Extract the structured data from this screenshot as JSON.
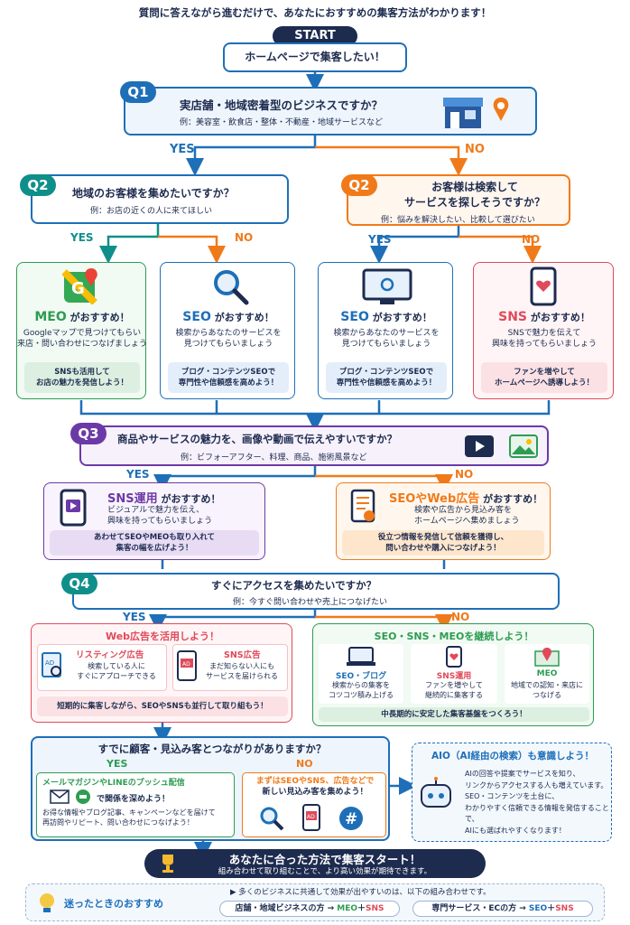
{
  "header": {
    "subtitle": "質問に答えながら進むだけで、あなたにおすすめの集客方法がわかります！",
    "start": "START",
    "question": "ホームページで集客したい！"
  },
  "q1": {
    "badge": "Q1",
    "title": "実店舗・地域密着型のビジネスですか？",
    "example": "例：美容室・飲食店・整体・不動産・地域サービスなど",
    "yes": "YES",
    "no": "NO"
  },
  "q2a": {
    "badge": "Q2",
    "title": "地域のお客様を集めたいですか？",
    "example": "例：お店の近くの人に来てほしい",
    "yes": "YES",
    "no": "NO"
  },
  "q2b": {
    "badge": "Q2",
    "title1": "お客様は検索して",
    "title2": "サービスを探しそうですか？",
    "example": "例：悩みを解決したい、比較して選びたい",
    "yes": "YES",
    "no": "NO"
  },
  "cards": [
    {
      "head": "MEO",
      "suffix": "がおすすめ！",
      "l1": "Googleマップで見つけてもらい",
      "l2": "来店・問い合わせにつなげましょう",
      "n1": "SNSも活用して",
      "n2": "お店の魅力を発信しよう！"
    },
    {
      "head": "SEO",
      "suffix": "がおすすめ！",
      "l1": "検索からあなたのサービスを",
      "l2": "見つけてもらいましょう",
      "n1": "ブログ・コンテンツSEOで",
      "n2": "専門性や信頼感を高めよう！"
    },
    {
      "head": "SEO",
      "suffix": "がおすすめ！",
      "l1": "検索からあなたのサービスを",
      "l2": "見つけてもらいましょう",
      "n1": "ブログ・コンテンツSEOで",
      "n2": "専門性や信頼感を高めよう！"
    },
    {
      "head": "SNS",
      "suffix": "がおすすめ！",
      "l1": "SNSで魅力を伝えて",
      "l2": "興味を持ってもらいましょう",
      "n1": "ファンを増やして",
      "n2": "ホームページへ誘導しよう！"
    }
  ],
  "q3": {
    "badge": "Q3",
    "title": "商品やサービスの魅力を、画像や動画で伝えやすいですか？",
    "example": "例：ビフォーアフター、料理、商品、施術風景など",
    "yes": "YES",
    "no": "NO"
  },
  "q3yes": {
    "head": "SNS運用",
    "suffix": "がおすすめ！",
    "l1": "ビジュアルで魅力を伝え、",
    "l2": "興味を持ってもらいましょう",
    "n1": "あわせてSEOやMEOも取り入れて",
    "n2": "集客の幅を広げよう！"
  },
  "q3no": {
    "head": "SEOやWeb広告",
    "suffix": "がおすすめ！",
    "l1": "検索や広告から見込み客を",
    "l2": "ホームページへ集めましょう",
    "n1": "役立つ情報を発信して信頼を獲得し、",
    "n2": "問い合わせや購入につなげよう！"
  },
  "q4": {
    "badge": "Q4",
    "title": "すぐにアクセスを集めたいですか？",
    "example": "例：今すぐ問い合わせや売上につなげたい",
    "yes": "YES",
    "no": "NO"
  },
  "web": {
    "title": "Web広告を活用しよう！",
    "a_head": "リスティング広告",
    "a1": "検索している人に",
    "a2": "すぐにアプローチできる",
    "b_head": "SNS広告",
    "b1": "まだ知らない人にも",
    "b2": "サービスを届けられる",
    "note": "短期的に集客しながら、SEOやSNSも並行して取り組もう！",
    "icon_ad": "AD"
  },
  "cont": {
    "title": "SEO・SNS・MEOを継続しよう！",
    "a_head": "SEO・ブログ",
    "a1": "検索からの集客を",
    "a2": "コツコツ積み上げる",
    "b_head": "SNS運用",
    "b1": "ファンを増やして",
    "b2": "継続的に集客する",
    "c_head": "MEO",
    "c1": "地域での認知・来店に",
    "c2": "つなげる",
    "note": "中長期的に安定した集客基盤をつくろう！"
  },
  "q5": {
    "title": "すでに顧客・見込み客とつながりがありますか？",
    "yes": "YES",
    "no": "NO",
    "y_head": "メールマガジンやLINEのプッシュ配信",
    "y_sub": "で関係を深めよう！",
    "y1": "お得な情報やブログ記事、キャンペーンなどを届けて",
    "y2": "再訪問やリピート、問い合わせにつなげよう！",
    "n_head1": "まずはSEOやSNS、広告などで",
    "n_head2": "新しい見込み客を集めよう！",
    "icon_ad": "AD",
    "icon_hash": "#"
  },
  "aio": {
    "title": "AIO（AI経由の検索）も意識しよう！",
    "l1": "AIの回答や提案でサービスを知り、",
    "l2": "リンクからアクセスする人も増えています。",
    "l3": "SEO・コンテンツを土台に、",
    "l4": "わかりやすく信頼できる情報を発信することで、",
    "l5": "AIにも選ばれやすくなります！"
  },
  "goal": {
    "title": "あなたに合った方法で集客スタート！",
    "sub": "組み合わせて取り組むことで、より高い効果が期待できます。"
  },
  "tips": {
    "label": "迷ったときのおすすめ",
    "desc": "多くのビジネスに共通して効果が出やすいのは、以下の組み合わせです。",
    "p1": "店舗・地域ビジネスの方 →",
    "p1a": "MEO",
    "p1b": "SNS",
    "p2": "専門サービス・ECの方 →",
    "p2a": "SEO",
    "p2b": "SNS",
    "plus": "＋"
  },
  "colors": {
    "navy": "#1d2b4f",
    "blue": "#1e6fb8",
    "orange": "#f07a1a",
    "teal": "#0f8f8a",
    "green": "#2e9c52",
    "purple": "#6c3aa6",
    "red": "#e04a5a"
  }
}
